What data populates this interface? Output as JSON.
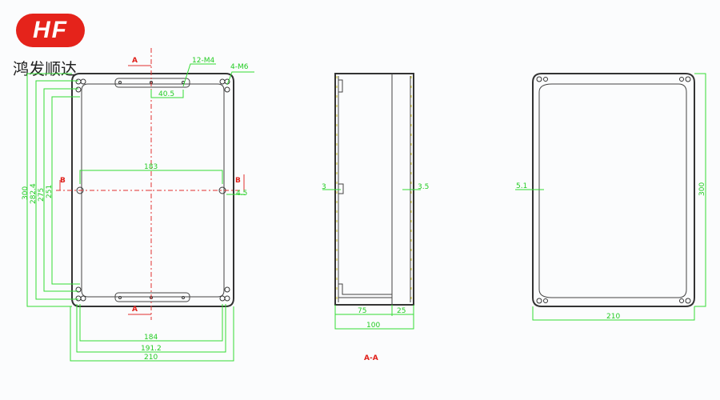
{
  "brand": {
    "logo_text": "HF",
    "name": "鸿发顺达",
    "logo_color": "#e5231b"
  },
  "front_view": {
    "section_a_top": "A",
    "section_a_bottom": "A",
    "section_b_left": "B",
    "section_b_right": "B",
    "callout_screws": "12-M4",
    "callout_holes": "4-M6",
    "dim_hole_spacing": "40.5",
    "dim_mount_width": "183",
    "dim_offset": "4.5",
    "dim_heights": [
      "300",
      "282.4",
      "275",
      "251"
    ],
    "dim_widths": [
      "184",
      "191.2",
      "210"
    ]
  },
  "section_view": {
    "dim_wall_left": "3",
    "dim_wall_right": "3.5",
    "dim_base": "75",
    "dim_lid": "25",
    "dim_total": "100",
    "label": "A-A"
  },
  "back_view": {
    "dim_height": "300",
    "dim_width": "210",
    "dim_flange": "5.1"
  },
  "colors": {
    "dimension": "#33dd33",
    "section": "#e03030",
    "outline": "#333333"
  }
}
